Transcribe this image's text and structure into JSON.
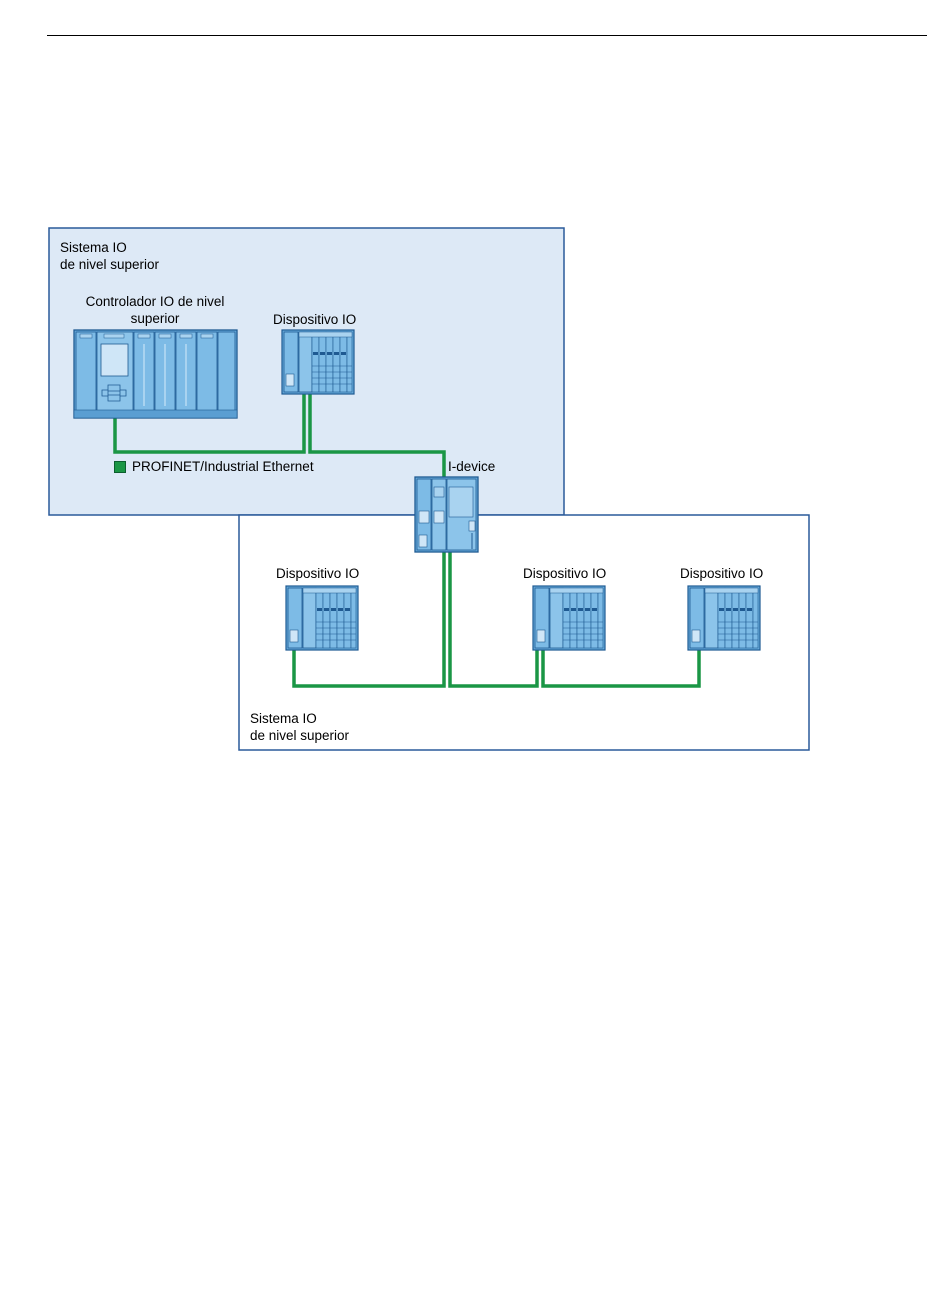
{
  "upper_system": {
    "label_line1": "Sistema IO",
    "label_line2": "de nivel superior",
    "controller_label_line1": "Controlador IO de nivel",
    "controller_label_line2": "superior",
    "io_device_label": "Dispositivo IO",
    "idevice_label": "I-device"
  },
  "legend": {
    "label": "PROFINET/Industrial Ethernet",
    "color": "#1a9645"
  },
  "lower_system": {
    "label_line1": "Sistema IO",
    "label_line2": "de nivel superior",
    "io_device_labels": [
      "Dispositivo IO",
      "Dispositivo IO",
      "Dispositivo IO"
    ]
  },
  "colors": {
    "upper_fill": "#dde9f6",
    "frame": "#2a5a9a",
    "device_fill": "#6aaede",
    "device_stroke": "#1f5a92",
    "network": "#1a9645"
  }
}
